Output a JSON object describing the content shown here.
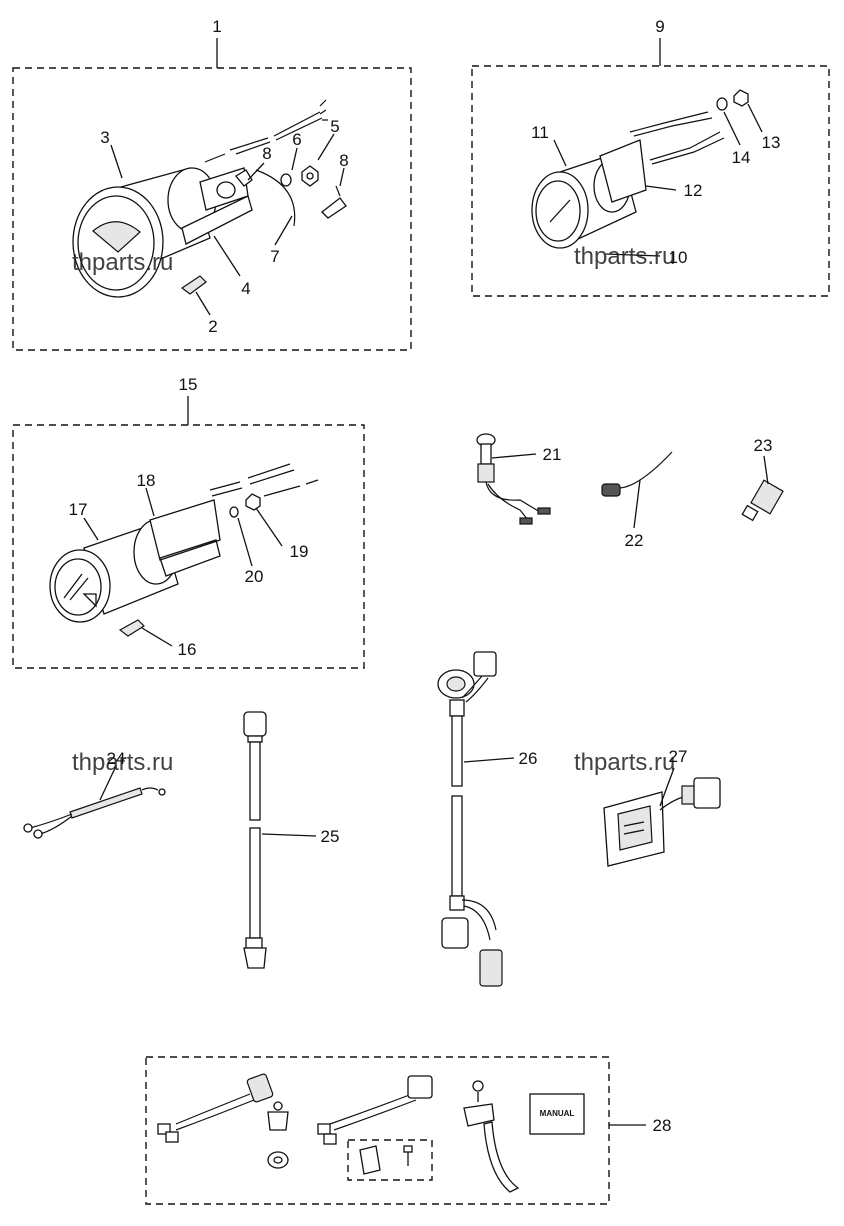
{
  "watermark": "thparts.ru",
  "manual_label": "MANUAL",
  "callouts": [
    "1",
    "2",
    "3",
    "4",
    "5",
    "6",
    "7",
    "8",
    "8",
    "9",
    "10",
    "11",
    "12",
    "13",
    "14",
    "15",
    "16",
    "17",
    "18",
    "19",
    "20",
    "21",
    "22",
    "23",
    "24",
    "25",
    "26",
    "27",
    "28"
  ]
}
